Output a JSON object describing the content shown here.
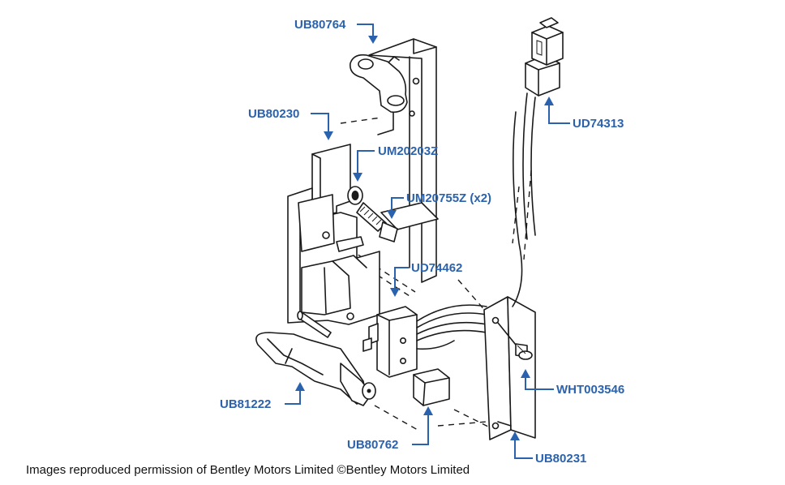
{
  "parts": {
    "ub80764": "UB80764",
    "ub80230": "UB80230",
    "um20203z": "UM20203Z",
    "um20755z": "UM20755Z (x2)",
    "ud74313": "UD74313",
    "ud74462": "UD74462",
    "wht003546": "WHT003546",
    "ub81222": "UB81222",
    "ub80762": "UB80762",
    "ub80231": "UB80231"
  },
  "caption": "Images reproduced permission of Bentley Motors Limited ©Bentley Motors Limited",
  "colors": {
    "label": "#2a62ad",
    "ink": "#1a1a1a",
    "background": "#ffffff"
  }
}
